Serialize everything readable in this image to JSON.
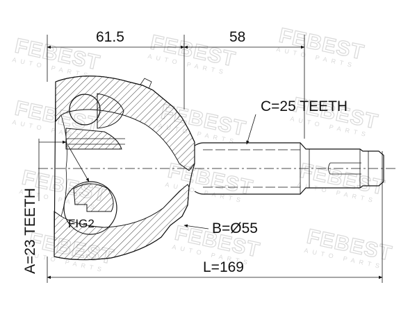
{
  "watermark": {
    "brand": "FEBEST",
    "sub": "AUTO PARTS"
  },
  "dimensions": {
    "housing_length": "61.5",
    "shaft_length": "58",
    "total_length": "L=169",
    "outer_diameter": "B=Ø55",
    "outer_teeth": "C=25 TEETH",
    "inner_teeth": "A=23 TEETH"
  },
  "figure_label": "FIG2",
  "colors": {
    "line": "#111111",
    "watermark": "#d9d9d9",
    "background": "#ffffff"
  }
}
